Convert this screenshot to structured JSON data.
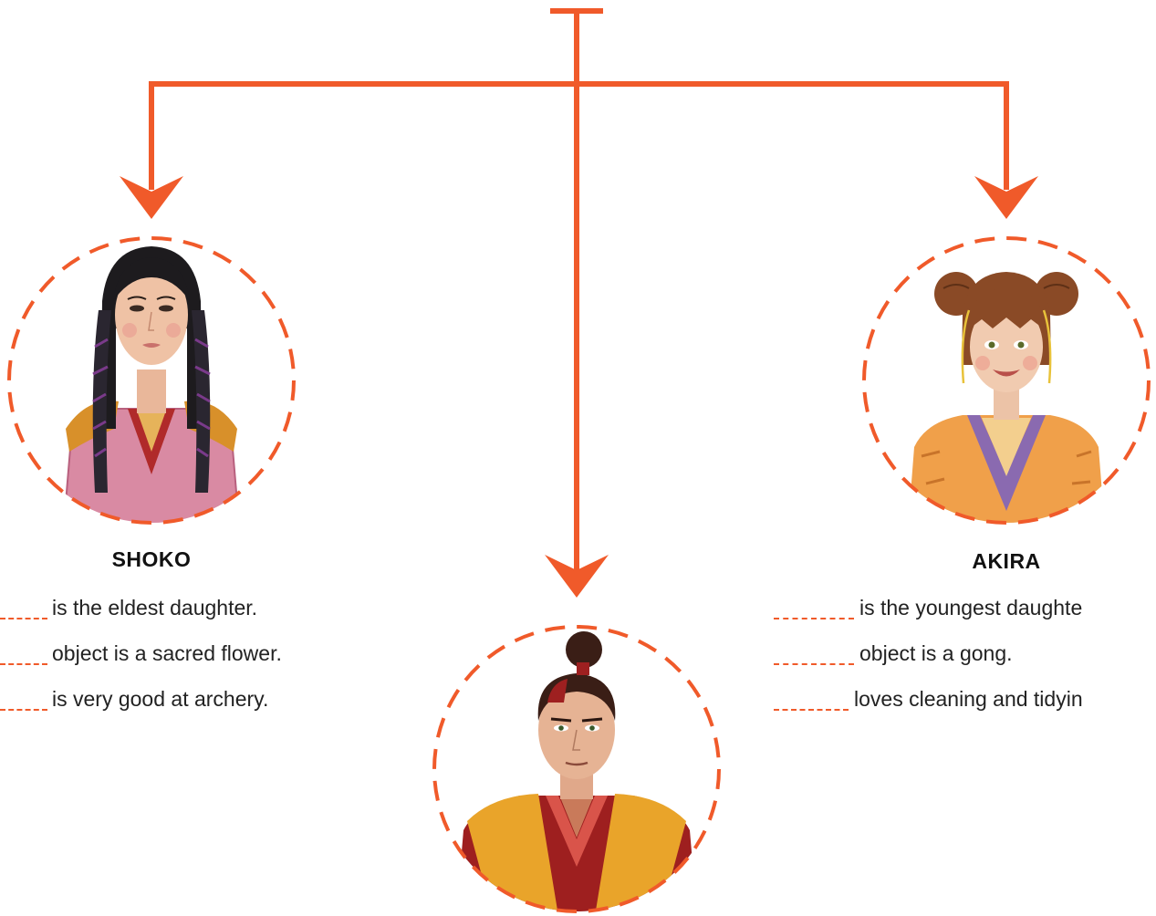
{
  "colors": {
    "accent": "#f05a2a"
  },
  "characters": [
    {
      "name": "SHOKO",
      "portrait": "woman-with-long-black-braids-pink-kimono",
      "traits": [
        "is the eldest daughter.",
        "object is a sacred flower.",
        "is very good at archery."
      ]
    },
    {
      "name": "AKIRA",
      "portrait": "girl-with-brown-hair-buns-orange-kimono",
      "traits": [
        "is the youngest daughte",
        "object is a gong.",
        "loves cleaning and tidyin"
      ]
    },
    {
      "name": "",
      "portrait": "man-with-topknot-red-and-yellow-robe",
      "traits": []
    }
  ]
}
